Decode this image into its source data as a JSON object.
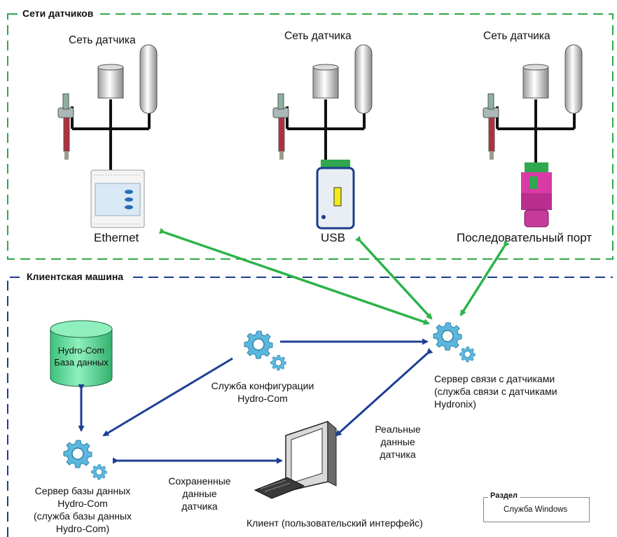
{
  "sections": {
    "sensor_networks": "Сети датчиков",
    "client_machine": "Клиентская машина"
  },
  "networks": [
    {
      "title": "Сеть датчика",
      "connector": "Ethernet"
    },
    {
      "title": "Сеть датчика",
      "connector": "USB"
    },
    {
      "title": "Сеть датчика",
      "connector": "Последовательный порт"
    }
  ],
  "database": {
    "line1": "Hydro-Com",
    "line2": "База данных"
  },
  "config_service": {
    "line1": "Служба конфигурации",
    "line2": "Hydro-Com"
  },
  "comm_server": {
    "line1": "Сервер связи с датчиками",
    "line2": "(служба связи с датчиками",
    "line3": "Hydronix)"
  },
  "db_server": {
    "line1": "Сервер базы данных",
    "line2": "Hydro-Com",
    "line3": "(служба базы данных",
    "line4": "Hydro-Com)"
  },
  "realtime": {
    "line1": "Реальные",
    "line2": "данные",
    "line3": "датчика"
  },
  "saved": {
    "line1": "Сохраненные",
    "line2": "данные",
    "line3": "датчика"
  },
  "client": "Клиент (пользовательский интерфейс)",
  "legend": {
    "title": "Раздел",
    "label": "Служба Windows"
  },
  "colors": {
    "green_border": "#2da84a",
    "blue_border": "#1f3b8c",
    "green_arrow": "#2db34a",
    "blue_arrow": "#1d3f94",
    "gear": "#5bb8dc",
    "database": "#4fd38e"
  }
}
